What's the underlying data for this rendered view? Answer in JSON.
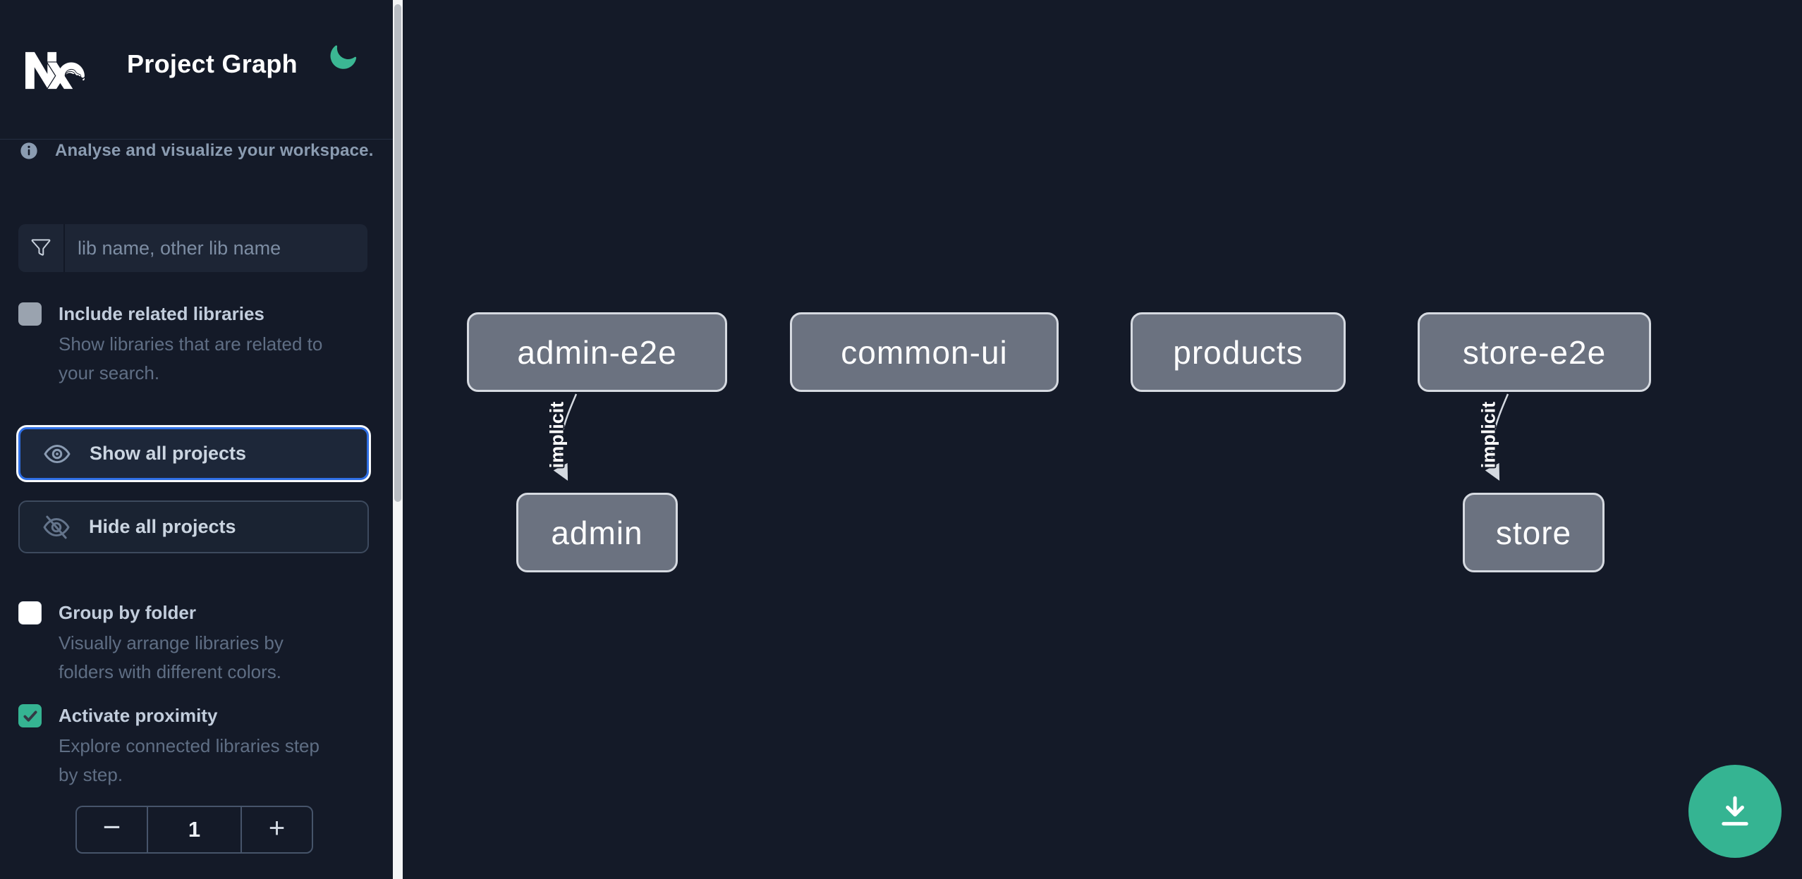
{
  "header": {
    "title": "Project Graph",
    "logo_icon": "nx-logo",
    "theme_icon": "moon-icon"
  },
  "sidebar": {
    "tagline": {
      "icon": "info-icon",
      "text": "Analyse and visualize your workspace."
    },
    "filter": {
      "icon": "funnel-icon",
      "placeholder": "lib name, other lib name",
      "value": ""
    },
    "include_related": {
      "label": "Include related libraries",
      "description": "Show libraries that are related to your search.",
      "checked": false
    },
    "actions": {
      "show_all": {
        "icon": "eye-icon",
        "label": "Show all projects",
        "focused": true
      },
      "hide_all": {
        "icon": "eye-slash-icon",
        "label": "Hide all projects",
        "focused": false
      }
    },
    "group_by_folder": {
      "label": "Group by folder",
      "description": "Visually arrange libraries by folders with different colors.",
      "checked": false
    },
    "activate_proximity": {
      "label": "Activate proximity",
      "description": "Explore connected libraries step by step.",
      "checked": true
    },
    "proximity_stepper": {
      "decrement_label": "−",
      "value": "1",
      "increment_label": "+"
    }
  },
  "graph": {
    "nodes": [
      {
        "label": "admin-e2e"
      },
      {
        "label": "common-ui"
      },
      {
        "label": "products"
      },
      {
        "label": "store-e2e"
      },
      {
        "label": "admin"
      },
      {
        "label": "store"
      }
    ],
    "edges": [
      {
        "source": "admin-e2e",
        "target": "admin",
        "label": "implicit"
      },
      {
        "source": "store-e2e",
        "target": "store",
        "label": "implicit"
      }
    ]
  },
  "fab": {
    "icon": "download-icon"
  },
  "colors": {
    "background": "#141a28",
    "accent_green": "#35b492",
    "focus_blue": "#2f6fe5",
    "node_fill": "#6b7280",
    "node_border": "#d6dae1",
    "edge": "#d4d9e0"
  }
}
